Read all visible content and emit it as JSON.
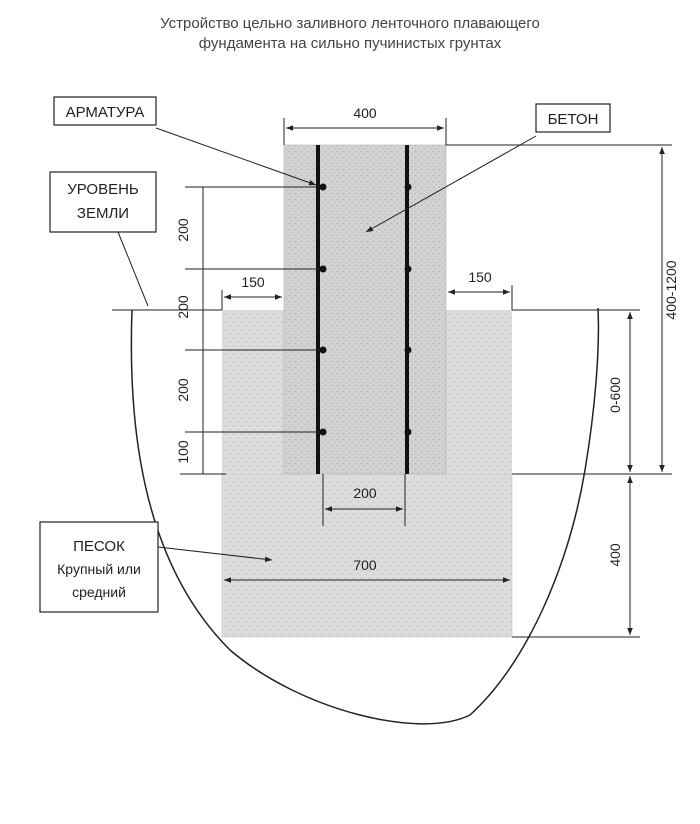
{
  "title": {
    "line1": "Устройство цельно заливного ленточного плавающего",
    "line2": "фундамента на сильно пучинистых грунтах"
  },
  "labels": {
    "rebar": "АРМАТУРА",
    "concrete": "БЕТОН",
    "ground_level_1": "УРОВЕНЬ",
    "ground_level_2": "ЗЕМЛИ",
    "sand_1": "ПЕСОК",
    "sand_2": "Крупный или",
    "sand_3": "средний"
  },
  "dimensions": {
    "wall_width": "400",
    "left_offset": "150",
    "right_offset": "150",
    "rebar_spacing": "200",
    "sand_width": "700",
    "spacing_1": "200",
    "spacing_2": "200",
    "spacing_3": "200",
    "spacing_4": "100",
    "total_height": "400-1200",
    "depth": "0-600",
    "sand_height": "400"
  },
  "colors": {
    "concrete_fill": "#cfcfcf",
    "sand_fill": "#d9d9d9",
    "line": "#222222",
    "rebar": "#111111"
  }
}
